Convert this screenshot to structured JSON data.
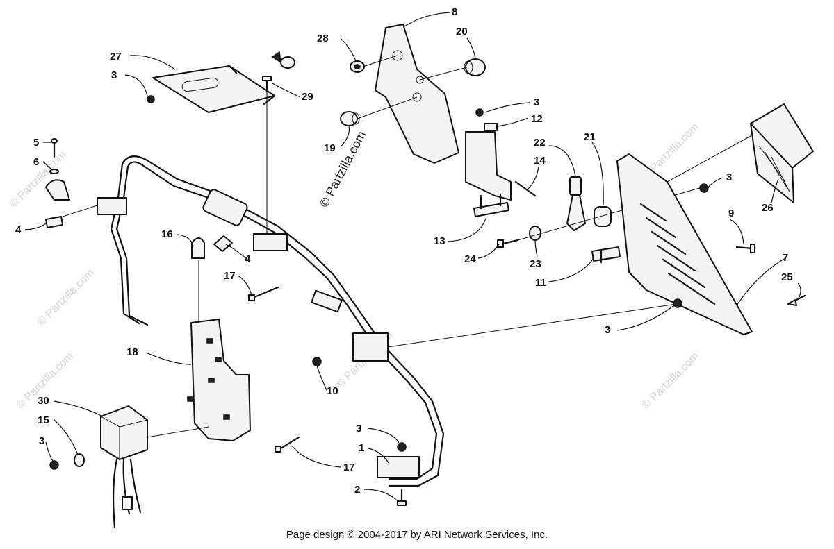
{
  "callouts": {
    "c1": "1",
    "c2": "2",
    "c3a": "3",
    "c3b": "3",
    "c3c": "3",
    "c3d": "3",
    "c3e": "3",
    "c3f": "3",
    "c4a": "4",
    "c4b": "4",
    "c5": "5",
    "c6": "6",
    "c7": "7",
    "c8": "8",
    "c9": "9",
    "c10": "10",
    "c11": "11",
    "c12": "12",
    "c13": "13",
    "c14": "14",
    "c15": "15",
    "c16": "16",
    "c17a": "17",
    "c17b": "17",
    "c18": "18",
    "c19": "19",
    "c20": "20",
    "c21": "21",
    "c22": "22",
    "c23": "23",
    "c24": "24",
    "c25": "25",
    "c26": "26",
    "c27": "27",
    "c28": "28",
    "c29": "29",
    "c30": "30"
  },
  "watermarks": {
    "main": "© Partzilla.com",
    "faint": "© Partzilla.com"
  },
  "footer": {
    "text": "Page design © 2004-2017 by ARI Network Services, Inc."
  }
}
